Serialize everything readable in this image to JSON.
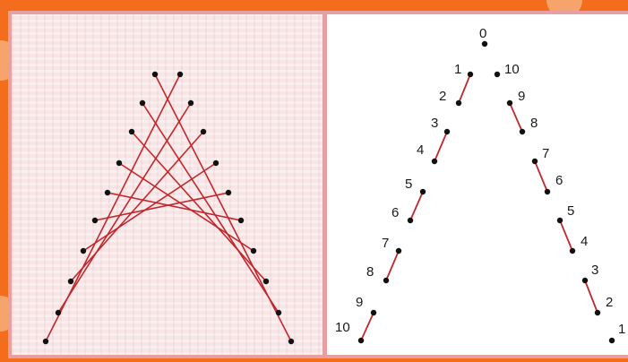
{
  "colors": {
    "background": "#f36d1c",
    "frame": "#e7a0a2",
    "left_fill": "#f8e6e7",
    "line": "#c0282d",
    "point": "#111111"
  },
  "labels": {
    "top": "0",
    "left": [
      "1",
      "2",
      "3",
      "4",
      "5",
      "6",
      "7",
      "8",
      "9",
      "10"
    ],
    "right": [
      "10",
      "9",
      "8",
      "7",
      "6",
      "5",
      "4",
      "3",
      "2",
      "1"
    ]
  }
}
